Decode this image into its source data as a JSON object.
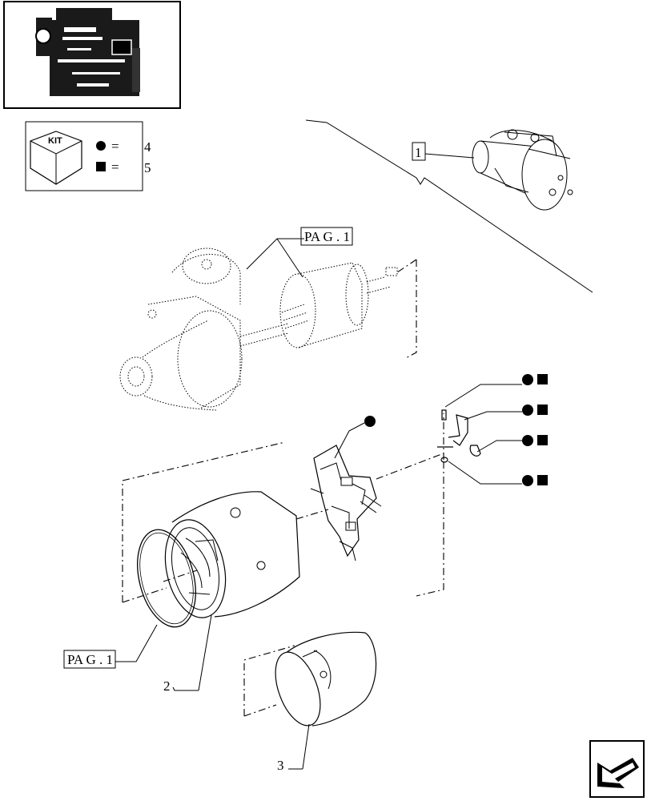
{
  "legend": {
    "kit_label": "KIT",
    "rows": [
      {
        "symbol": "circle",
        "equals": "=",
        "value": "4"
      },
      {
        "symbol": "square",
        "equals": "=",
        "value": "5"
      }
    ]
  },
  "callouts": {
    "assembly_ref": "1",
    "pag_ref_top": "PA G .  1",
    "pag_ref_bottom": "PA G .  1",
    "part_2": "2",
    "part_3": "3"
  },
  "icons": [
    "engine-thumbnail-icon",
    "kit-box-icon",
    "circle-marker",
    "square-marker",
    "back-arrow-icon"
  ]
}
